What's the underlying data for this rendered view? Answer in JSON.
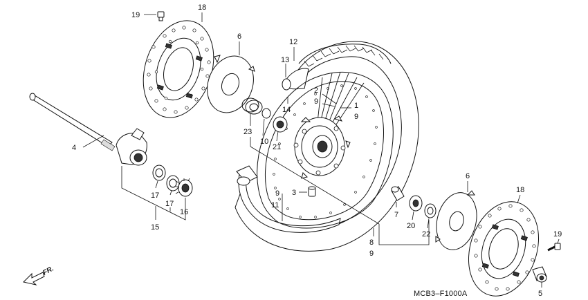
{
  "diagram_code": "MCB3–F1000A",
  "direction_label": "FR.",
  "callouts": [
    {
      "id": "c19a",
      "text": "19"
    },
    {
      "id": "c18a",
      "text": "18"
    },
    {
      "id": "c6a",
      "text": "6"
    },
    {
      "id": "c12",
      "text": "12"
    },
    {
      "id": "c13",
      "text": "13"
    },
    {
      "id": "c2",
      "text": "2"
    },
    {
      "id": "c9a",
      "text": "9"
    },
    {
      "id": "c1",
      "text": "1"
    },
    {
      "id": "c9b",
      "text": "9"
    },
    {
      "id": "c14",
      "text": "14"
    },
    {
      "id": "c23",
      "text": "23"
    },
    {
      "id": "c10",
      "text": "10"
    },
    {
      "id": "c21",
      "text": "21"
    },
    {
      "id": "c4",
      "text": "4"
    },
    {
      "id": "c3",
      "text": "3"
    },
    {
      "id": "c9c",
      "text": "9"
    },
    {
      "id": "c11",
      "text": "11"
    },
    {
      "id": "c17a",
      "text": "17"
    },
    {
      "id": "c17b",
      "text": "17"
    },
    {
      "id": "c16",
      "text": "16"
    },
    {
      "id": "c15",
      "text": "15"
    },
    {
      "id": "c7",
      "text": "7"
    },
    {
      "id": "c20",
      "text": "20"
    },
    {
      "id": "c22",
      "text": "22"
    },
    {
      "id": "c8",
      "text": "8"
    },
    {
      "id": "c9d",
      "text": "9"
    },
    {
      "id": "c6b",
      "text": "6"
    },
    {
      "id": "c18b",
      "text": "18"
    },
    {
      "id": "c19b",
      "text": "19"
    },
    {
      "id": "c5",
      "text": "5"
    }
  ]
}
